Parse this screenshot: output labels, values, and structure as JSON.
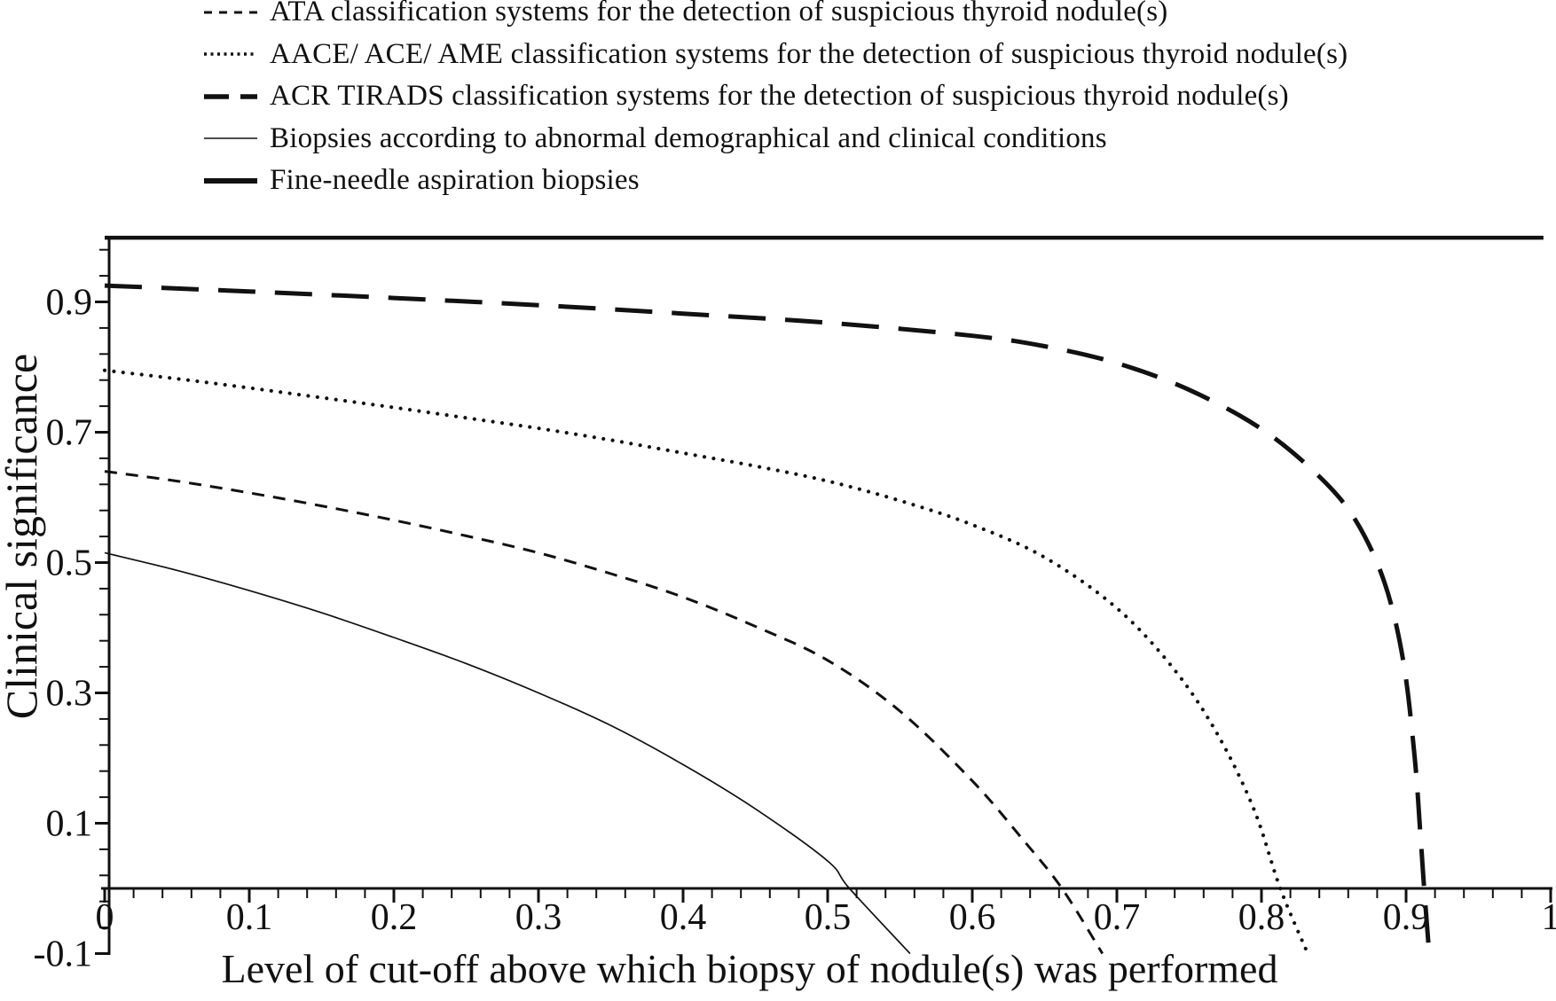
{
  "figure": {
    "background": "#ffffff",
    "ink": "#111111"
  },
  "legend": {
    "position": "top-left",
    "items": [
      {
        "label": "ATA classification systems for the detection of suspicious thyroid nodule(s)",
        "line_style": "short-dash",
        "sample_dash": "9 8",
        "sample_width": 3
      },
      {
        "label": "AACE/ ACE/ AME classification systems for the detection of suspicious thyroid nodule(s)",
        "line_style": "dotted",
        "sample_dash": "3 4.5",
        "sample_width": 3.5
      },
      {
        "label": "ACR TIRADS classification systems for the detection of suspicious thyroid nodule(s)",
        "line_style": "long-dash-thick",
        "sample_dash": "28 13",
        "sample_width": 5.5
      },
      {
        "label": "Biopsies according to abnormal demographical and clinical conditions",
        "line_style": "solid-thin",
        "sample_dash": "",
        "sample_width": 1.6
      },
      {
        "label": "Fine-needle aspiration biopsies",
        "line_style": "solid-thick",
        "sample_dash": "",
        "sample_width": 6
      }
    ]
  },
  "chart_data": {
    "type": "line",
    "title": "",
    "xlabel": "Level of cut-off above which biopsy of nodule(s) was performed",
    "ylabel": "Clinical significance",
    "xlim": [
      0,
      1
    ],
    "ylim": [
      -0.1,
      1.0
    ],
    "grid": false,
    "legend_position": "top-left",
    "x_tick_values": [
      0,
      0.1,
      0.2,
      0.3,
      0.4,
      0.5,
      0.6,
      0.7,
      0.8,
      0.9,
      1
    ],
    "x_tick_labels": [
      "0",
      "0.1",
      "0.2",
      "0.3",
      "0.4",
      "0.5",
      "0.6",
      "0.7",
      "0.8",
      "0.9",
      "1"
    ],
    "y_tick_values": [
      0.9,
      0.7,
      0.5,
      0.3,
      0.1,
      -0.1
    ],
    "y_tick_labels": [
      "0.9",
      "0.7",
      "0.5",
      "0.3",
      "0.1",
      "-0.1"
    ],
    "x_minor_tick_step": 0.02,
    "y_minor_tick_step": 0.04,
    "series": [
      {
        "id": "ata",
        "name": "ATA classification systems for the detection of suspicious thyroid nodule(s)",
        "dash": "14 10",
        "stroke_width": 3,
        "linecap": "butt",
        "points": [
          [
            0,
            0.64
          ],
          [
            0.05,
            0.625
          ],
          [
            0.1,
            0.607
          ],
          [
            0.15,
            0.587
          ],
          [
            0.2,
            0.565
          ],
          [
            0.25,
            0.541
          ],
          [
            0.3,
            0.515
          ],
          [
            0.35,
            0.483
          ],
          [
            0.4,
            0.447
          ],
          [
            0.45,
            0.402
          ],
          [
            0.5,
            0.35
          ],
          [
            0.55,
            0.272
          ],
          [
            0.6,
            0.165
          ],
          [
            0.635,
            0.075
          ],
          [
            0.662,
            0
          ],
          [
            0.69,
            -0.1
          ]
        ]
      },
      {
        "id": "aace",
        "name": "AACE/ ACE/ AME classification systems for the detection of suspicious thyroid nodule(s)",
        "dash": "0.01 10.5",
        "stroke_width": 4.2,
        "linecap": "round",
        "points": [
          [
            0,
            0.795
          ],
          [
            0.05,
            0.782
          ],
          [
            0.1,
            0.768
          ],
          [
            0.15,
            0.753
          ],
          [
            0.2,
            0.738
          ],
          [
            0.25,
            0.722
          ],
          [
            0.3,
            0.706
          ],
          [
            0.35,
            0.688
          ],
          [
            0.4,
            0.668
          ],
          [
            0.45,
            0.648
          ],
          [
            0.5,
            0.625
          ],
          [
            0.55,
            0.595
          ],
          [
            0.6,
            0.558
          ],
          [
            0.65,
            0.508
          ],
          [
            0.7,
            0.43
          ],
          [
            0.74,
            0.335
          ],
          [
            0.77,
            0.235
          ],
          [
            0.795,
            0.12
          ],
          [
            0.813,
            0
          ],
          [
            0.832,
            -0.1
          ]
        ]
      },
      {
        "id": "acr-tirads",
        "name": "ACR TIRADS classification systems for the detection of suspicious thyroid nodule(s)",
        "dash": "42 22",
        "stroke_width": 5,
        "linecap": "butt",
        "points": [
          [
            0,
            0.925
          ],
          [
            0.1,
            0.916
          ],
          [
            0.2,
            0.906
          ],
          [
            0.3,
            0.895
          ],
          [
            0.4,
            0.882
          ],
          [
            0.5,
            0.868
          ],
          [
            0.6,
            0.848
          ],
          [
            0.65,
            0.832
          ],
          [
            0.7,
            0.806
          ],
          [
            0.75,
            0.765
          ],
          [
            0.8,
            0.705
          ],
          [
            0.84,
            0.632
          ],
          [
            0.865,
            0.565
          ],
          [
            0.885,
            0.47
          ],
          [
            0.898,
            0.35
          ],
          [
            0.906,
            0.2
          ],
          [
            0.91,
            0.08
          ],
          [
            0.9125,
            0
          ],
          [
            0.916,
            -0.1
          ]
        ]
      },
      {
        "id": "demographic-biopsies",
        "name": "Biopsies according to abnormal demographical and clinical conditions",
        "dash": "",
        "stroke_width": 1.7,
        "linecap": "butt",
        "points": [
          [
            0,
            0.515
          ],
          [
            0.05,
            0.488
          ],
          [
            0.1,
            0.457
          ],
          [
            0.15,
            0.423
          ],
          [
            0.2,
            0.385
          ],
          [
            0.25,
            0.345
          ],
          [
            0.3,
            0.3
          ],
          [
            0.35,
            0.25
          ],
          [
            0.4,
            0.19
          ],
          [
            0.45,
            0.122
          ],
          [
            0.5,
            0.042
          ],
          [
            0.515,
            0
          ],
          [
            0.557,
            -0.1
          ]
        ]
      },
      {
        "id": "fna-biopsies",
        "name": "Fine-needle aspiration biopsies",
        "dash": "",
        "stroke_width": 4.5,
        "linecap": "butt",
        "points": [
          [
            0,
            0.9985
          ],
          [
            0.995,
            0.9985
          ]
        ]
      }
    ]
  }
}
